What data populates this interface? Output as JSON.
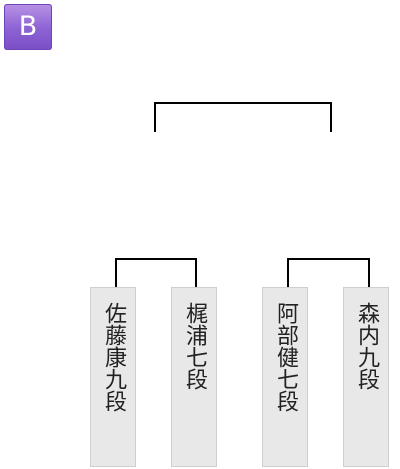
{
  "block": {
    "label": "B",
    "color": "#8c62d3"
  },
  "players": [
    {
      "name": "佐藤康九段"
    },
    {
      "name": "梶浦七段"
    },
    {
      "name": "阿部健七段"
    },
    {
      "name": "森内九段"
    }
  ]
}
